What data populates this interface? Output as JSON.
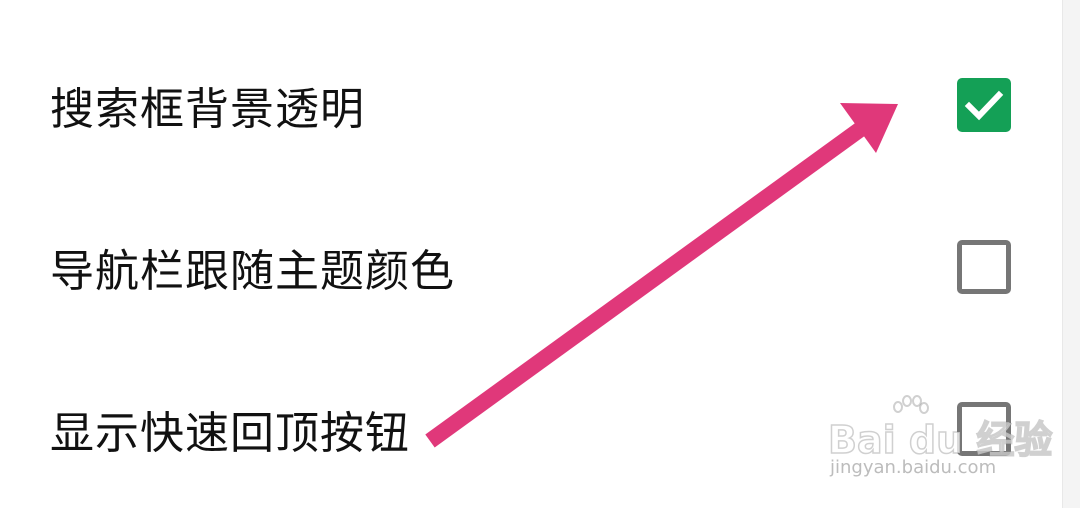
{
  "settings": [
    {
      "label": "搜索框背景透明",
      "checked": true
    },
    {
      "label": "导航栏跟随主题颜色",
      "checked": false
    },
    {
      "label": "显示快速回顶按钮",
      "checked": false
    }
  ],
  "colors": {
    "checkbox_checked": "#14a056",
    "checkbox_border": "#767676",
    "arrow": "#e0387a",
    "text": "#111111"
  },
  "icons": {
    "checkmark": "check-icon",
    "arrow": "arrow-annotation-icon"
  },
  "watermark": {
    "brand": "Bai du 经验",
    "url": "jingyan.baidu.com"
  }
}
